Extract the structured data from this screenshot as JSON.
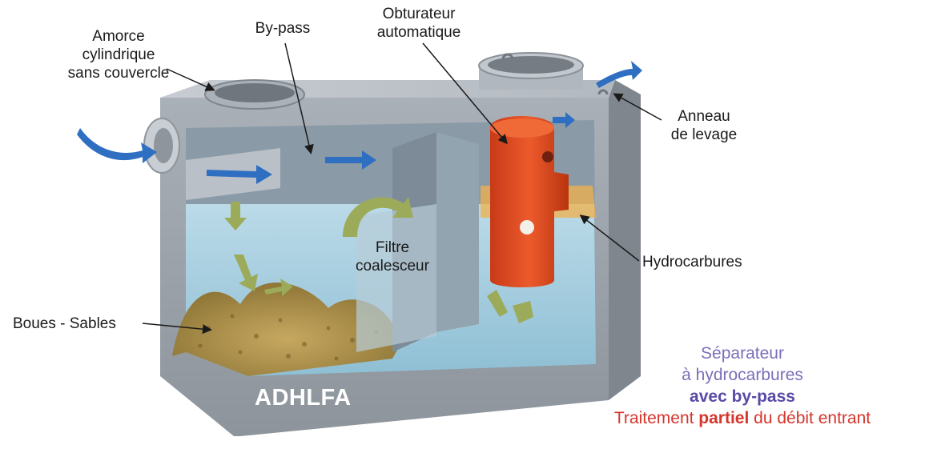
{
  "labels": {
    "amorce": [
      "Amorce",
      "cylindrique",
      "sans couvercle"
    ],
    "bypass": "By-pass",
    "obturateur": [
      "Obturateur",
      "automatique"
    ],
    "anneau": [
      "Anneau",
      "de levage"
    ],
    "filtre": [
      "Filtre",
      "coalesceur"
    ],
    "hydrocarbures": "Hydrocarbures",
    "boues": "Boues - Sables",
    "brand": "ADHLFA"
  },
  "caption": {
    "line1": "Séparateur",
    "line2": "à hydrocarbures",
    "line3": "avec by-pass",
    "line4_pre": "Traitement ",
    "line4_bold": "partiel",
    "line4_post": " du débit entrant"
  },
  "colors": {
    "tank": "#9aa2ac",
    "water": "#a9d3e6",
    "sludge": "#b4974f",
    "obturator": "#e0461f",
    "flow_arrow": "#2f6fc2",
    "green_arrow": "#9cab5a",
    "caption_purple": "#7b6fb8",
    "caption_red": "#d6352c"
  }
}
